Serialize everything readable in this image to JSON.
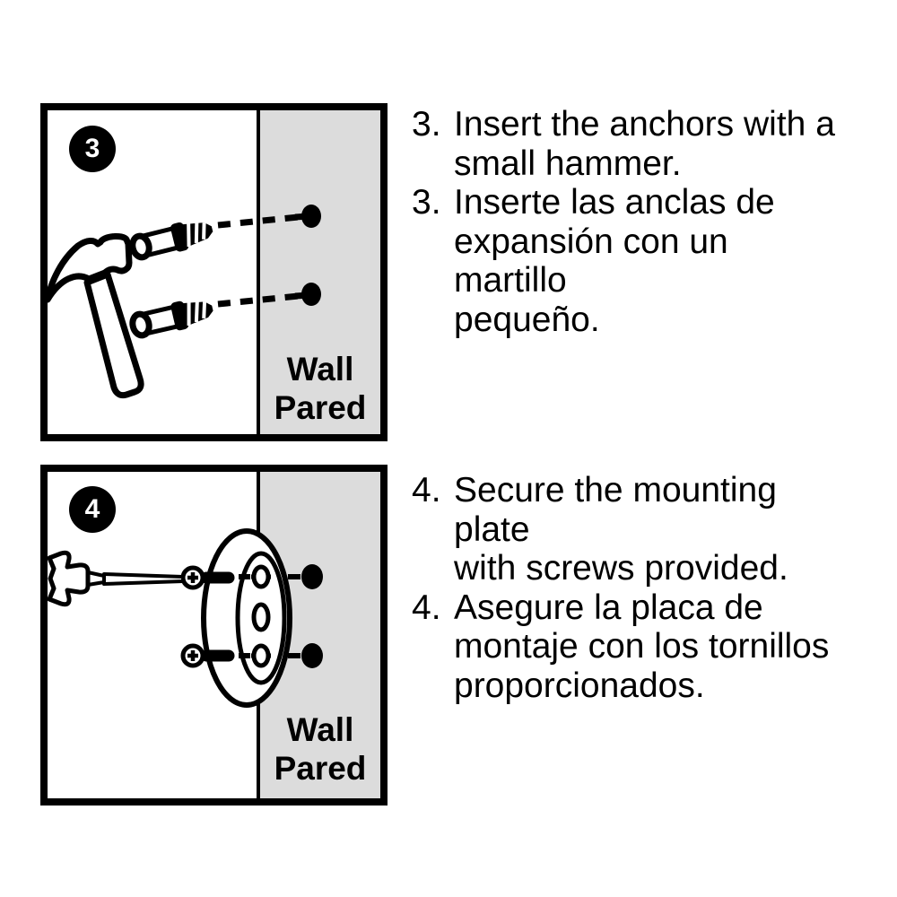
{
  "panels": [
    {
      "step_badge": "3",
      "wall_line1": "Wall",
      "wall_line2": "Pared"
    },
    {
      "step_badge": "4",
      "wall_line1": "Wall",
      "wall_line2": "Pared"
    }
  ],
  "instructions": {
    "blocks": [
      {
        "items": [
          {
            "number": "3.",
            "lines": [
              "Insert the anchors with a",
              "small hammer."
            ]
          },
          {
            "number": "3.",
            "lines": [
              "Inserte las anclas de",
              "expansión con un martillo",
              "pequeño."
            ]
          }
        ]
      },
      {
        "items": [
          {
            "number": "4.",
            "lines": [
              "Secure the mounting plate",
              "with screws provided."
            ]
          },
          {
            "number": "4.",
            "lines": [
              "Asegure la placa de",
              "montaje con los tornillos",
              "proporcionados."
            ]
          }
        ]
      }
    ]
  },
  "colors": {
    "wall_fill": "#dcdcdc",
    "ink": "#000000"
  }
}
